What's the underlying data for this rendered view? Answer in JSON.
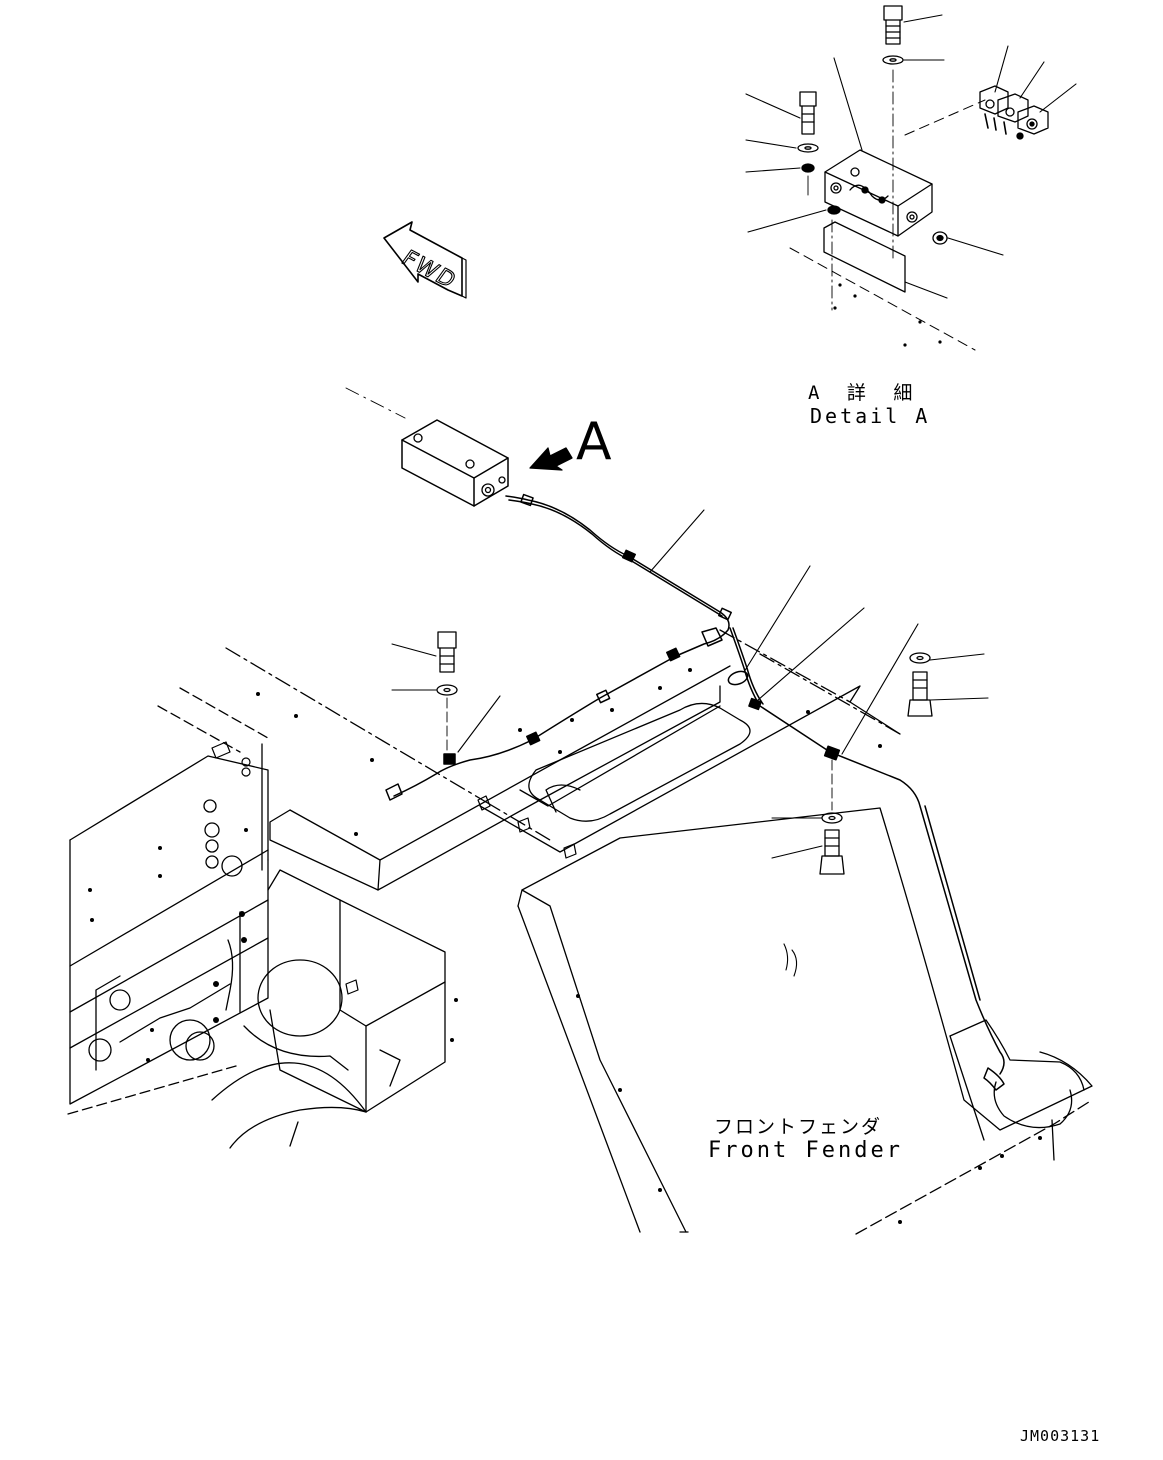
{
  "labels": {
    "detail_jp": "A 詳 細",
    "detail_en": "Detail A",
    "fender_jp": "フロントフェンダ",
    "fender_en": "Front Fender",
    "view_arrow_letter": "A",
    "fwd": "FWD",
    "drawing_number": "JM003131"
  }
}
